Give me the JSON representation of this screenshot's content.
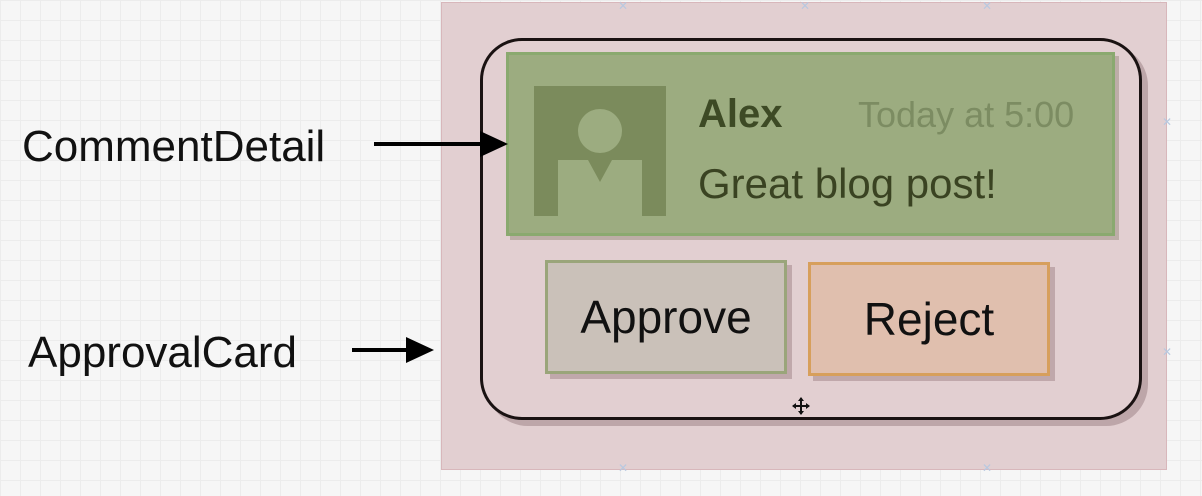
{
  "labels": {
    "comment_detail": "CommentDetail",
    "approval_card": "ApprovalCard"
  },
  "comment": {
    "author": "Alex",
    "timestamp": "Today at 5:00",
    "text": "Great blog post!",
    "avatar_icon": "user-avatar-icon"
  },
  "buttons": {
    "approve": "Approve",
    "reject": "Reject"
  },
  "icons": {
    "arrow": "arrow-right-icon",
    "cursor": "move-cursor-icon"
  },
  "colors": {
    "approval_region": "#e2cfd1",
    "comment_detail": "#9cac80",
    "approve_button": "#cac1b9",
    "reject_button": "#e0bfae",
    "reject_border": "#d79f5c"
  }
}
